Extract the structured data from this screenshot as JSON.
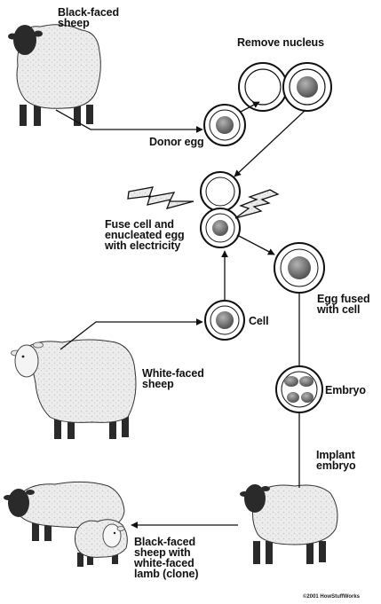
{
  "labels": {
    "black_faced_sheep": [
      "Black-faced",
      "sheep"
    ],
    "remove_nucleus": "Remove nucleus",
    "donor_egg": "Donor egg",
    "fuse": [
      "Fuse cell and",
      "enucleated egg",
      "with electricity"
    ],
    "egg_fused": [
      "Egg fused",
      "with cell"
    ],
    "cell": "Cell",
    "white_faced_sheep": [
      "White-faced",
      "sheep"
    ],
    "embryo": "Embryo",
    "implant": [
      "Implant",
      "embryo"
    ],
    "mother_lamb": [
      "Black-faced",
      "sheep with",
      "white-faced",
      "lamb (clone)"
    ]
  },
  "credit": "©2001 HowStuffWorks",
  "colors": {
    "ink": "#111111",
    "wool": "#ebebeb",
    "black_face": "#2a2a2a",
    "white_face": "#f4f4f4",
    "nucleus": "#7d7d7d",
    "cell_fill": "#ffffff"
  }
}
